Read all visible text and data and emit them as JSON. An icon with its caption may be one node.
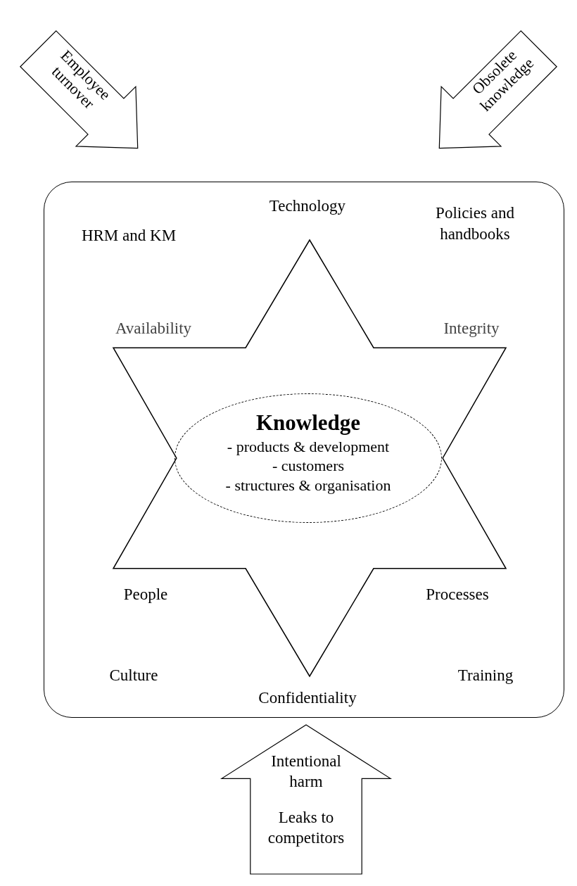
{
  "diagram": {
    "nodes": [
      {
        "text": [],
        "shape": "box"
      },
      {
        "text": [],
        "shape": "star",
        "in": 0
      },
      {
        "text": [
          "Knowledge",
          "- products & development",
          "- customers",
          "- structures & organisation"
        ],
        "in": 1
      },
      {
        "text": [
          "Employee turnover"
        ]
      },
      {
        "text": [
          "Obsolete knowledge"
        ]
      },
      {
        "text": [
          "Intentional harm",
          "Leaks to competitors"
        ]
      }
    ],
    "labels": [
      "HRM and KM",
      "Technology",
      "Policies and handbooks",
      "Availability",
      "Integrity",
      "People",
      "Processes",
      "Culture",
      "Training",
      "Confidentiality"
    ]
  }
}
